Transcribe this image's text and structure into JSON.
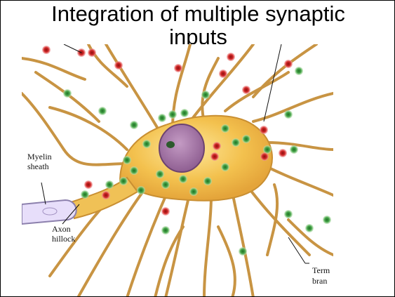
{
  "slide": {
    "title_line1": "Integration of multiple synaptic",
    "title_line2": "inputs"
  },
  "figure": {
    "labels": {
      "myelin_line1": "Myelin",
      "myelin_line2": "sheath",
      "axon_line1": "Axon",
      "axon_line2": "hillock",
      "terminal_line1": "Term",
      "terminal_line2": "bran"
    },
    "colors": {
      "dendrite_fill": "#e8b24a",
      "dendrite_stroke": "#b88a3a",
      "soma": "#f3c14e",
      "nucleus": "#a57aa6",
      "myelin": "#e7defa",
      "excitatory_synapse": "#45a84a",
      "inhibitory_synapse": "#d42a2a"
    }
  }
}
